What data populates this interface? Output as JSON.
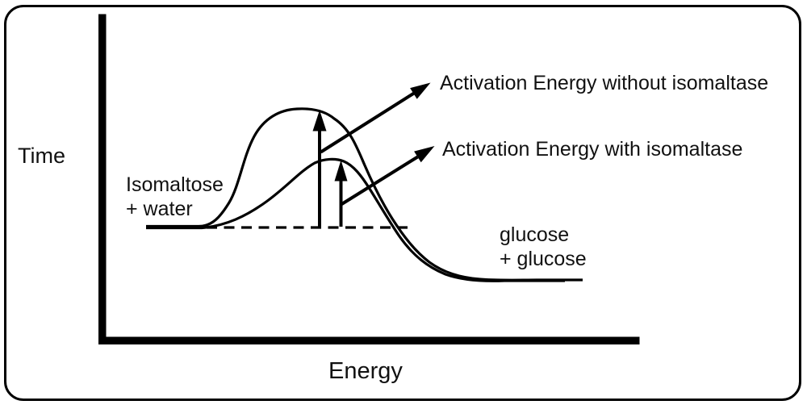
{
  "figure": {
    "type": "reaction-energy-diagram",
    "axes": {
      "y_label": "Time",
      "x_label": "Energy"
    },
    "labels": {
      "reactants": "Isomaltose\n+ water",
      "products": "glucose\n+ glucose"
    },
    "annotations": {
      "activation_without": "Activation Energy without isomaltase",
      "activation_with": "Activation Energy with isomaltase"
    },
    "curves": [
      {
        "name": "without-isomaltase",
        "peak": "high",
        "start_state": "Isomaltose + water",
        "end_state": "glucose + glucose"
      },
      {
        "name": "with-isomaltase",
        "peak": "low",
        "start_state": "Isomaltose + water",
        "end_state": "glucose + glucose"
      }
    ],
    "baseline": "dashed reactant energy level",
    "colors": {
      "ink": "#000000",
      "background": "#ffffff"
    }
  }
}
